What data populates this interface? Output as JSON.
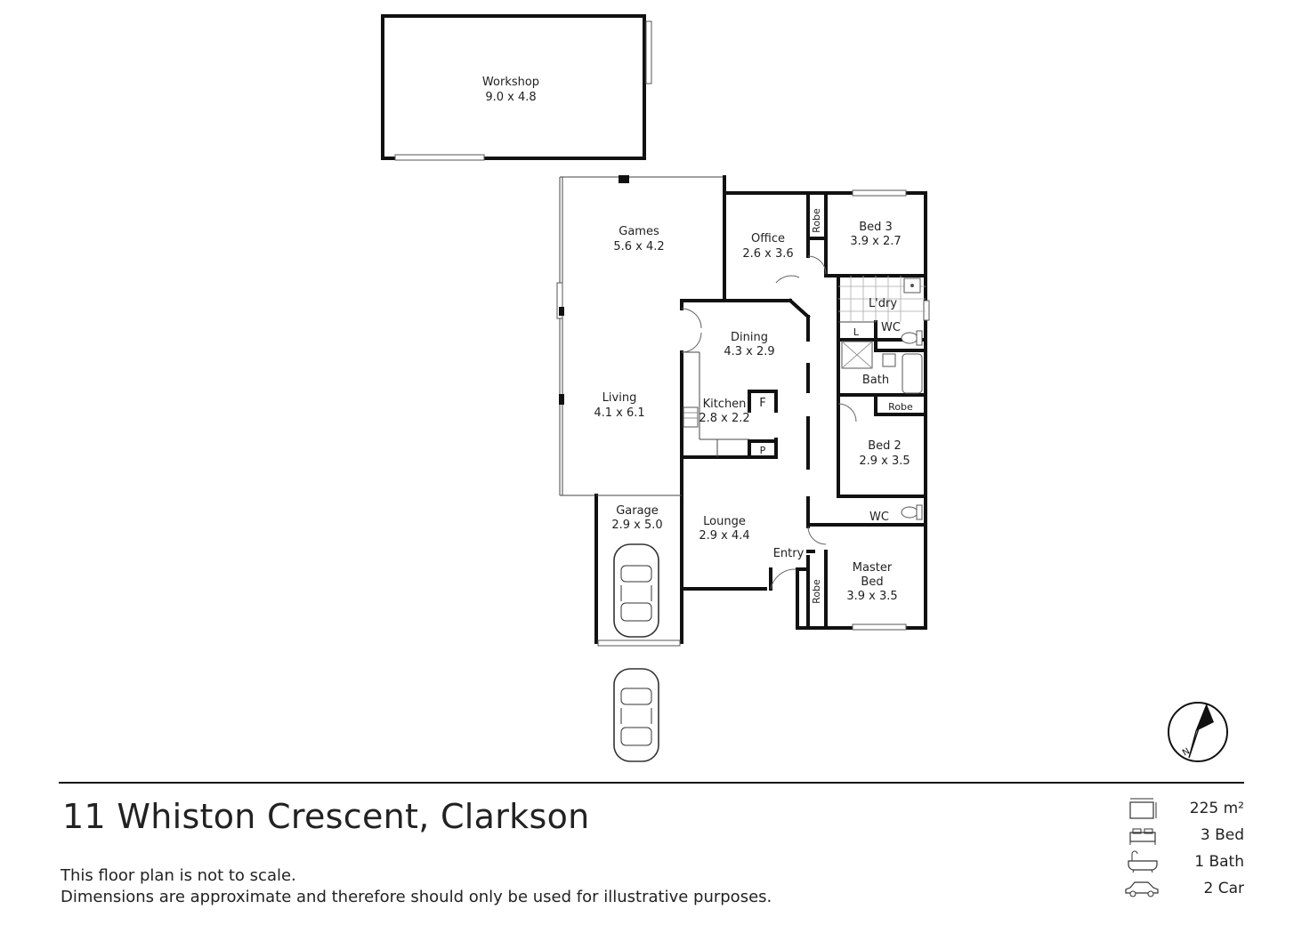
{
  "rooms": {
    "workshop": {
      "name": "Workshop",
      "dims": "9.0 x 4.8"
    },
    "games": {
      "name": "Games",
      "dims": "5.6 x 4.2"
    },
    "office": {
      "name": "Office",
      "dims": "2.6 x 3.6"
    },
    "bed3": {
      "name": "Bed 3",
      "dims": "3.9 x 2.7"
    },
    "robe_bed3": {
      "name": "Robe"
    },
    "laundry": {
      "name": "L'dry"
    },
    "linen": {
      "name": "L"
    },
    "wc1": {
      "name": "WC"
    },
    "bath": {
      "name": "Bath"
    },
    "robe_bed2": {
      "name": "Robe"
    },
    "bed2": {
      "name": "Bed 2",
      "dims": "2.9 x 3.5"
    },
    "dining": {
      "name": "Dining",
      "dims": "4.3 x 2.9"
    },
    "living": {
      "name": "Living",
      "dims": "4.1 x 6.1"
    },
    "kitchen": {
      "name": "Kitchen",
      "dims": "2.8 x 2.2"
    },
    "fridge": {
      "name": "F"
    },
    "pantry": {
      "name": "P"
    },
    "garage": {
      "name": "Garage",
      "dims": "2.9 x 5.0"
    },
    "lounge": {
      "name": "Lounge",
      "dims": "2.9 x 4.4"
    },
    "entry": {
      "name": "Entry"
    },
    "wc2": {
      "name": "WC"
    },
    "master": {
      "name": "Master",
      "name2": "Bed",
      "dims": "3.9 x 3.5"
    },
    "robe_master": {
      "name": "Robe"
    }
  },
  "property": {
    "address": "11 Whiston Crescent, Clarkson",
    "disclaimer_line1": "This floor plan is not to scale.",
    "disclaimer_line2": "Dimensions are approximate and therefore should only be used for illustrative purposes."
  },
  "stats": [
    {
      "icon": "area-icon",
      "text": "225 m²"
    },
    {
      "icon": "bed-icon",
      "text": "3 Bed"
    },
    {
      "icon": "bath-icon",
      "text": "1 Bath"
    },
    {
      "icon": "car-icon",
      "text": "2 Car"
    }
  ],
  "compass": {
    "icon": "north-arrow-icon",
    "label": "N"
  },
  "colors": {
    "wall": "#111111",
    "fixture_fill": "#d9d9d9",
    "text": "#222222"
  }
}
